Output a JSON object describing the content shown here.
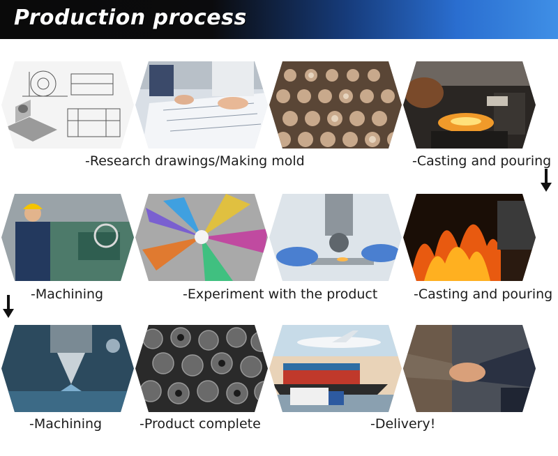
{
  "header": {
    "title": "Production process"
  },
  "captions": {
    "research": "-Research drawings/Making mold",
    "casting_1": "-Casting and pouring",
    "machining_1": "-Machining",
    "experiment": "-Experiment with the product",
    "casting_2": "-Casting and pouring",
    "machining_2": "-Machining",
    "complete": "-Product complete",
    "delivery": "-Delivery!"
  },
  "images": {
    "row1": [
      "technical-drawing-image",
      "engineers-drawing-image",
      "mold-cones-image",
      "casting-pour-image"
    ],
    "row2": [
      "machinist-lathe-image",
      "crystal-experiment-image",
      "microscope-image",
      "furnace-fire-image"
    ],
    "row3": [
      "cnc-milling-image",
      "finished-parts-image",
      "transport-image",
      "handshake-image"
    ]
  },
  "colors": {
    "banner_dark": "#0a0a0a",
    "banner_blue": "#3f8fe6",
    "caption_text": "#1b1b1b"
  }
}
